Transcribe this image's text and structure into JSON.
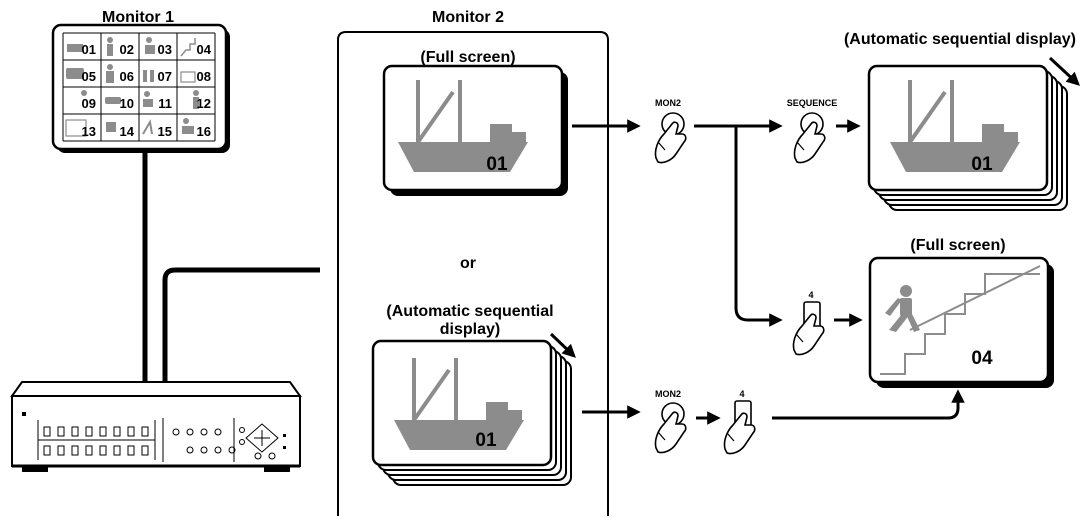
{
  "monitor1": {
    "title": "Monitor 1",
    "tiles": [
      "01",
      "02",
      "03",
      "04",
      "05",
      "06",
      "07",
      "08",
      "09",
      "10",
      "11",
      "12",
      "13",
      "14",
      "15",
      "16"
    ]
  },
  "monitor2": {
    "title": "Monitor 2",
    "full_caption": "(Full screen)",
    "full_number": "01",
    "or_label": "or",
    "auto_caption_line1": "(Automatic sequential",
    "auto_caption_line2": "display)",
    "auto_number": "01"
  },
  "flow_top": {
    "mon2_label": "MON2",
    "sequence_label": "SEQUENCE",
    "auto_caption": "(Automatic sequential display)",
    "auto_number": "01",
    "key_label": "4",
    "full_caption": "(Full screen)",
    "full_number": "04"
  },
  "flow_bottom": {
    "mon2_label": "MON2",
    "key_label": "4"
  },
  "colors": {
    "image_gray": "#8c8c8c",
    "line": "#000000",
    "background": "#ffffff"
  }
}
